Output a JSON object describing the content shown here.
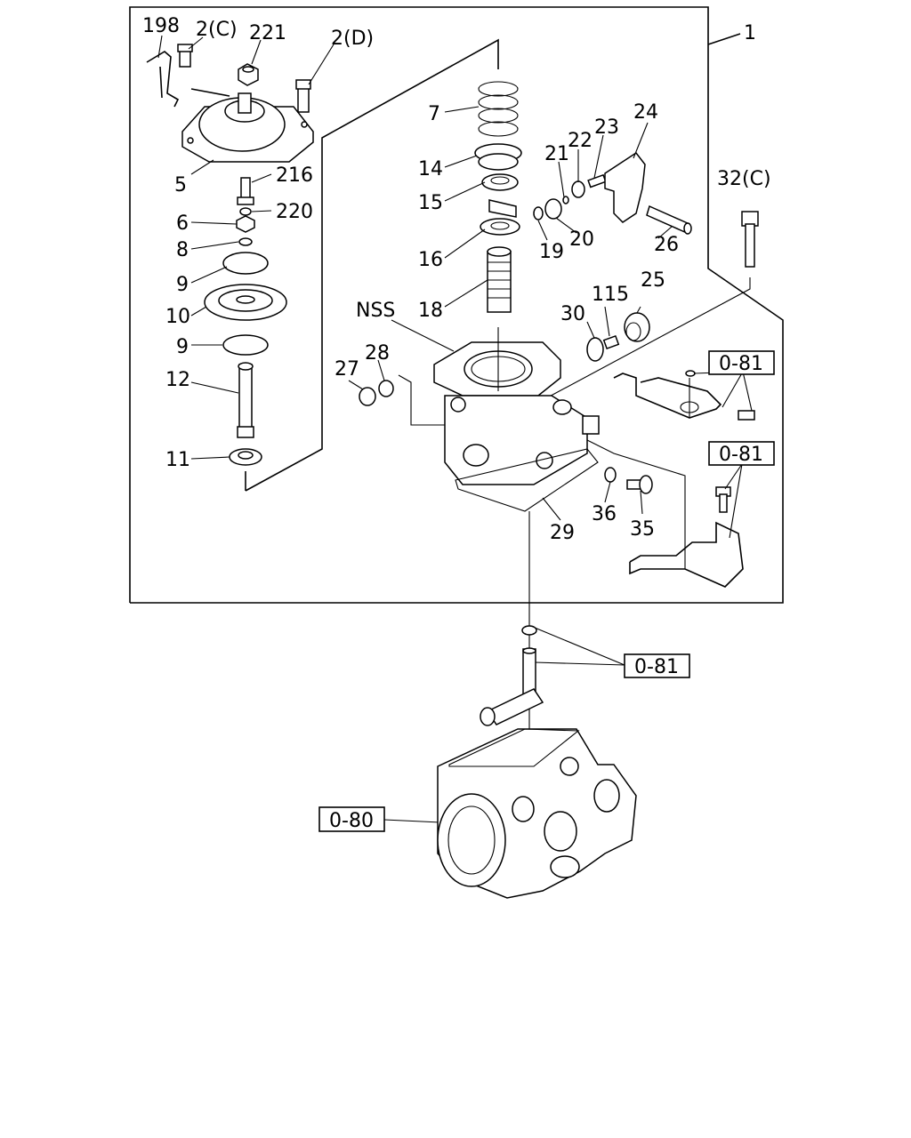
{
  "labels": {
    "l198": "198",
    "l2c": "2(C)",
    "l221": "221",
    "l2d": "2(D)",
    "l1": "1",
    "l7": "7",
    "l14": "14",
    "l15": "15",
    "l16": "16",
    "l18": "18",
    "l21": "21",
    "l22": "22",
    "l23": "23",
    "l24": "24",
    "l19": "19",
    "l20": "20",
    "l26": "26",
    "l32c": "32(C)",
    "l5": "5",
    "l216": "216",
    "l220": "220",
    "l6": "6",
    "l8": "8",
    "l9a": "9",
    "l10": "10",
    "l9b": "9",
    "l12": "12",
    "l11": "11",
    "lnss": "NSS",
    "l115": "115",
    "l25": "25",
    "l30": "30",
    "l27": "27",
    "l28": "28",
    "l36": "36",
    "l35": "35",
    "l29": "29"
  },
  "ref_boxes": {
    "r1": "0-81",
    "r2": "0-81",
    "r3": "0-81",
    "r4": "0-80"
  }
}
